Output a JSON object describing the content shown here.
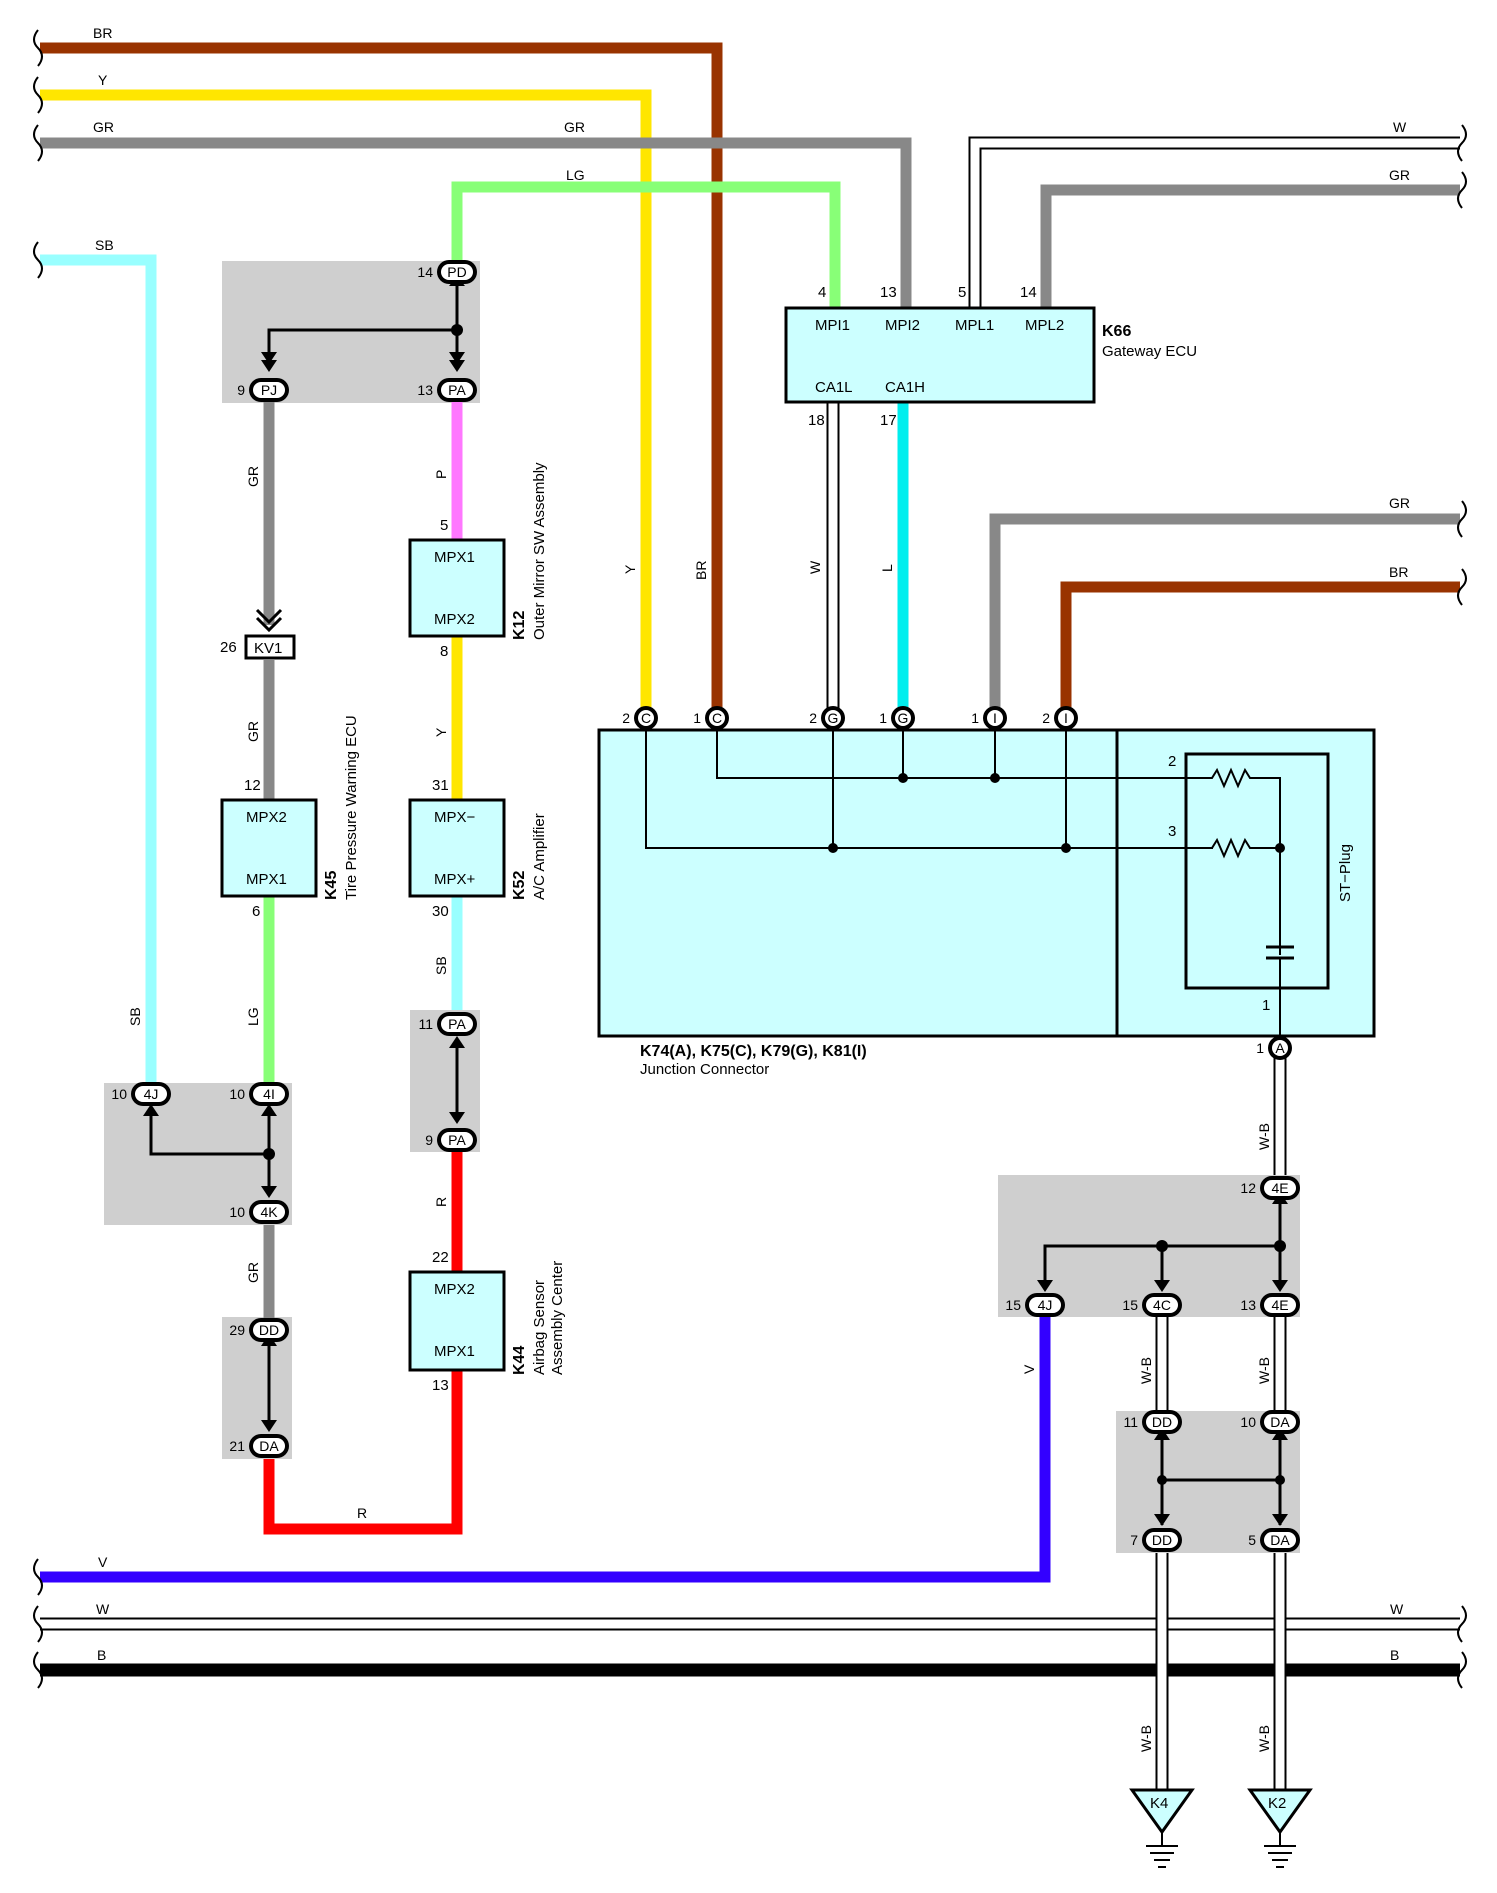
{
  "wire_colors": {
    "BR": "#993300",
    "Y": "#ffe600",
    "GR": "#888888",
    "SB": "#99ffff",
    "LG": "#88ff77",
    "P": "#ff77ff",
    "R": "#ff0000",
    "L": "#00eeee",
    "V": "#3300ff",
    "W": "#ffffff",
    "B": "#000000",
    "W-B": "#ffffff"
  },
  "wire_labels": {
    "top_br": "BR",
    "top_y": "Y",
    "top_gr": "GR",
    "top_gr_mid": "GR",
    "top_lg": "LG",
    "right_w": "W",
    "right_gr": "GR",
    "left_sb": "SB",
    "mid_gr_right": "GR",
    "mid_br_right": "BR",
    "v_gr1": "GR",
    "v_gr2": "GR",
    "v_lg": "LG",
    "v_sb_left": "SB",
    "v_gr3": "GR",
    "v_p": "P",
    "v_y2": "Y",
    "v_sb2": "SB",
    "v_r": "R",
    "h_r": "R",
    "v_y": "Y",
    "v_br": "BR",
    "v_w": "W",
    "v_l": "L",
    "v_wb1": "W-B",
    "v_wb2": "W-B",
    "v_wb3": "W-B",
    "v_v": "V",
    "v_wb4": "W-B",
    "v_wb5": "W-B",
    "bot_v": "V",
    "bot_w": "W",
    "bot_w_r": "W",
    "bot_b": "B",
    "bot_b_r": "B"
  },
  "components": {
    "k66": {
      "code": "K66",
      "name": "Gateway ECU",
      "pins": [
        "MPI1",
        "MPI2",
        "MPL1",
        "MPL2",
        "CA1L",
        "CA1H"
      ],
      "pin_nums": [
        "4",
        "13",
        "5",
        "14",
        "18",
        "17"
      ]
    },
    "k12": {
      "code": "K12",
      "name": "Outer Mirror SW Assembly",
      "pins": [
        "MPX1",
        "MPX2"
      ],
      "pin_nums": [
        "5",
        "8"
      ]
    },
    "k52": {
      "code": "K52",
      "name": "A/C Amplifier",
      "pins": [
        "MPX−",
        "MPX+"
      ],
      "pin_nums": [
        "31",
        "30"
      ]
    },
    "k45": {
      "code": "K45",
      "name": "Tire Pressure Warning ECU",
      "pins": [
        "MPX2",
        "MPX1"
      ],
      "pin_nums": [
        "12",
        "6"
      ]
    },
    "k44": {
      "code": "K44",
      "name_line1": "Airbag Sensor",
      "name_line2": "Assembly Center",
      "pins": [
        "MPX2",
        "MPX1"
      ],
      "pin_nums": [
        "22",
        "13"
      ]
    },
    "junction": {
      "code": "K74(A), K75(C), K79(G), K81(I)",
      "name": "Junction Connector",
      "st_plug": "ST−Plug",
      "res_pins": [
        "2",
        "3"
      ],
      "cap_pin": "1"
    }
  },
  "connectors": {
    "pd": {
      "id": "PD",
      "num": "14"
    },
    "pj": {
      "id": "PJ",
      "num": "9"
    },
    "pa1": {
      "id": "PA",
      "num": "13"
    },
    "kv1": {
      "id": "KV1",
      "num": "26"
    },
    "pa2": {
      "id": "PA",
      "num": "11"
    },
    "pa3": {
      "id": "PA",
      "num": "9"
    },
    "j4j_top": {
      "id": "4J",
      "num": "10"
    },
    "j4i": {
      "id": "4I",
      "num": "10"
    },
    "j4k": {
      "id": "4K",
      "num": "10"
    },
    "dd1": {
      "id": "DD",
      "num": "29"
    },
    "da1": {
      "id": "DA",
      "num": "21"
    },
    "c2": {
      "id": "C",
      "num": "2"
    },
    "c1": {
      "id": "C",
      "num": "1"
    },
    "g2": {
      "id": "G",
      "num": "2"
    },
    "g1": {
      "id": "G",
      "num": "1"
    },
    "i1": {
      "id": "I",
      "num": "1"
    },
    "i2": {
      "id": "I",
      "num": "2"
    },
    "a1": {
      "id": "A",
      "num": "1"
    },
    "e4_top": {
      "id": "4E",
      "num": "12"
    },
    "j4j_b": {
      "id": "4J",
      "num": "15"
    },
    "c4": {
      "id": "4C",
      "num": "15"
    },
    "e4_b": {
      "id": "4E",
      "num": "13"
    },
    "dd2": {
      "id": "DD",
      "num": "11"
    },
    "da2": {
      "id": "DA",
      "num": "10"
    },
    "dd3": {
      "id": "DD",
      "num": "7"
    },
    "da3": {
      "id": "DA",
      "num": "5"
    }
  },
  "grounds": {
    "g1": "K4",
    "g2": "K2"
  }
}
